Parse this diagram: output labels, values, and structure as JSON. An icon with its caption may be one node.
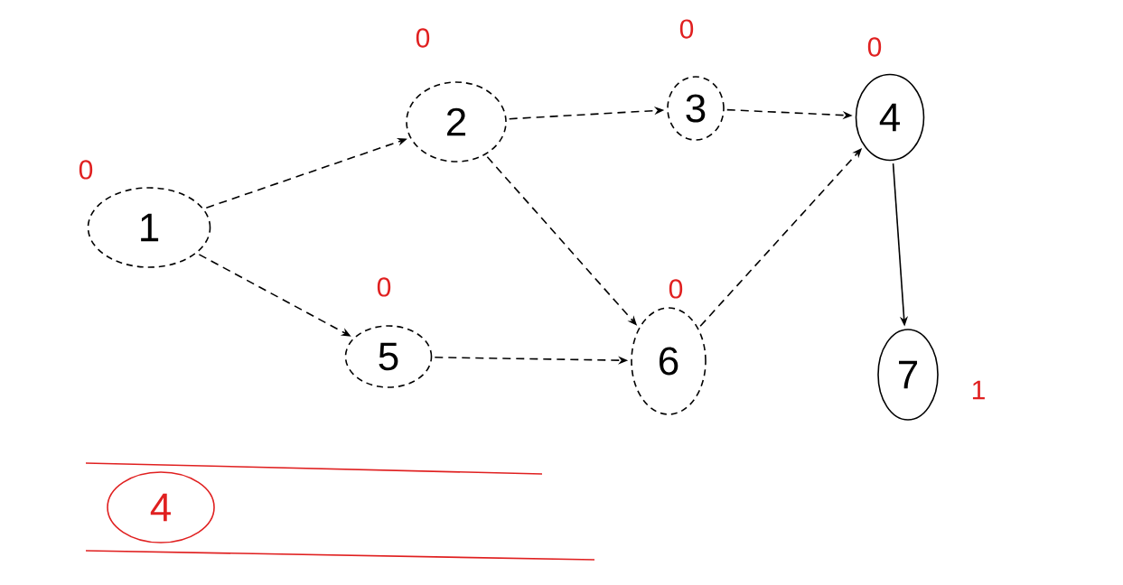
{
  "diagram": {
    "nodes": [
      {
        "text": [
          "1"
        ],
        "beside": [
          "0"
        ]
      },
      {
        "text": [
          "2"
        ],
        "beside": [
          "0"
        ]
      },
      {
        "text": [
          "3"
        ],
        "beside": [
          "0"
        ]
      },
      {
        "text": [
          "4"
        ],
        "beside": [
          "0"
        ]
      },
      {
        "text": [
          "5"
        ],
        "beside": [
          "0"
        ]
      },
      {
        "text": [
          "6"
        ],
        "beside": [
          "0"
        ]
      },
      {
        "text": [
          "7"
        ],
        "beside": [
          "1"
        ]
      },
      {
        "text": [
          "4"
        ]
      }
    ],
    "edges": [
      {
        "from": 0,
        "to": 1,
        "arrow": "to",
        "style": "dashed"
      },
      {
        "from": 0,
        "to": 4,
        "arrow": "to",
        "style": "dashed"
      },
      {
        "from": 1,
        "to": 2,
        "arrow": "to",
        "style": "dashed"
      },
      {
        "from": 1,
        "to": 5,
        "arrow": "to",
        "style": "dashed"
      },
      {
        "from": 2,
        "to": 3,
        "arrow": "to",
        "style": "dashed"
      },
      {
        "from": 4,
        "to": 5,
        "arrow": "to",
        "style": "dashed"
      },
      {
        "from": 5,
        "to": 3,
        "arrow": "to",
        "style": "dashed"
      },
      {
        "from": 3,
        "to": 6,
        "arrow": "to"
      }
    ]
  }
}
